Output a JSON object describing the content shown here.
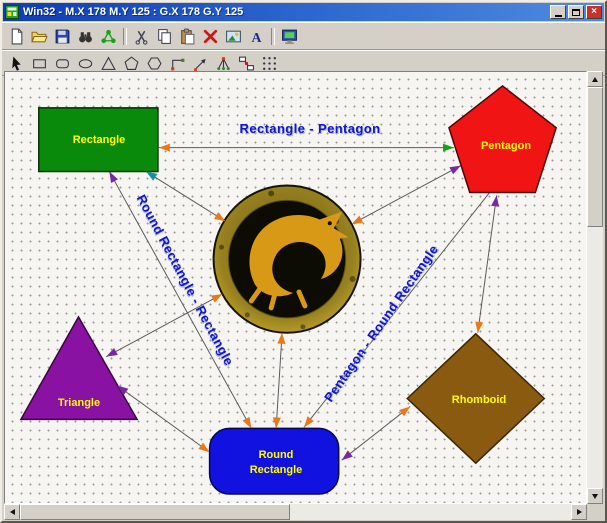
{
  "window": {
    "title": "Win32 - M.X 178 M.Y 125 : G.X 178 G.Y 125",
    "controls": {
      "minimize": "Minimize",
      "maximize": "Maximize",
      "close": "Close",
      "close_glyph": "×"
    }
  },
  "toolbar_main": {
    "buttons": [
      "new-document",
      "open-folder",
      "save",
      "binoculars-find",
      "share-nodes",
      "cut",
      "copy",
      "paste",
      "delete",
      "picture",
      "font",
      "app-window"
    ]
  },
  "toolbar_shapes": {
    "buttons": [
      "select-arrow",
      "rectangle-tool",
      "rounded-rectangle-tool",
      "ellipse-tool",
      "triangle-tool",
      "pentagon-tool",
      "hexagon-tool",
      "connector-elbow-tool",
      "connector-arrow-tool",
      "connector-branch-tool",
      "link-shapes-tool",
      "grid-tool"
    ]
  },
  "canvas": {
    "background": "#f6f5f1",
    "label_color": "#1414c8",
    "shape_text_color": "#ffff00",
    "center_image": "mortal-kombat-dragon-logo",
    "shapes": [
      {
        "id": "rectangle",
        "label": "Rectangle",
        "fill": "#0a8a0a"
      },
      {
        "id": "pentagon",
        "label": "Pentagon",
        "fill": "#f01414"
      },
      {
        "id": "triangle",
        "label": "Triangle",
        "fill": "#8a12a2"
      },
      {
        "id": "round-rectangle",
        "label": "Round Rectangle",
        "fill": "#1212e0"
      },
      {
        "id": "rhomboid",
        "label": "Rhomboid",
        "fill": "#8a5a10"
      }
    ],
    "connections": [
      {
        "label": "Rectangle - Pentagon"
      },
      {
        "label": "Round Rectangle - Rectangle"
      },
      {
        "label": "Pentagon - Round Rectangle"
      }
    ],
    "arrow_colors": {
      "orange": "#e87818",
      "purple": "#7a28a0",
      "green": "#18a018",
      "teal": "#1290a8"
    }
  }
}
